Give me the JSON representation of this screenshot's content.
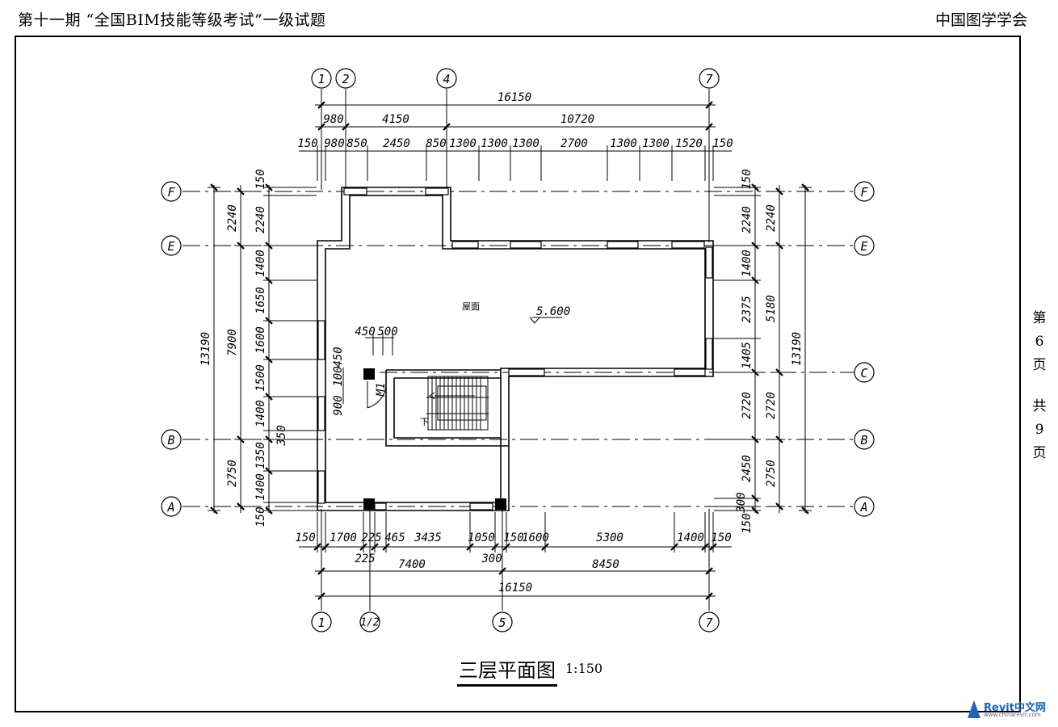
{
  "header": {
    "left": "第十一期 “全国BIM技能等级考试”一级试题",
    "right": "中国图学学会"
  },
  "side": {
    "page_chars": [
      "第",
      "6",
      "页"
    ],
    "total_chars": [
      "共",
      "9",
      "页"
    ]
  },
  "drawing": {
    "title": "三层平面图",
    "scale": "1:150",
    "room_label": "屋面",
    "elevation": "5.600",
    "door_label": "M1",
    "stair_mark": "下",
    "grid_top": [
      "1",
      "2",
      "4",
      "7"
    ],
    "grid_bottom": [
      "1",
      "1/2",
      "5",
      "7"
    ],
    "grid_rows": [
      "F",
      "E",
      "C",
      "B",
      "A"
    ],
    "grid_rows_left": [
      "F",
      "E",
      "B",
      "A"
    ],
    "dims_top_total": "16150",
    "dims_top_row2": [
      "980",
      "4150",
      "10720"
    ],
    "dims_top_row3": [
      "150",
      "980",
      "850",
      "2450",
      "850",
      "1300",
      "1300",
      "1300",
      "2700",
      "1300",
      "1300",
      "1520",
      "150"
    ],
    "dims_left_outer": "13190",
    "dims_left_mid": [
      "2240",
      "7900",
      "2750"
    ],
    "dims_left_inner": [
      "150",
      "2240",
      "1400",
      "1650",
      "1600",
      "1500",
      "1400",
      "350",
      "1350",
      "1400",
      "150"
    ],
    "dims_right_outer": "13190",
    "dims_right_mid": [
      "2240",
      "5180",
      "2720",
      "2750"
    ],
    "dims_right_inner": [
      "150",
      "2240",
      "1400",
      "2375",
      "1405",
      "2720",
      "2450",
      "300",
      "150"
    ],
    "dims_bottom_row1": [
      "150",
      "1700",
      "225",
      "465",
      "3435",
      "1050",
      "150",
      "1600",
      "5300",
      "1400",
      "150"
    ],
    "dims_bottom_small": [
      "225",
      "300"
    ],
    "dims_bottom_row2": [
      "7400",
      "8450"
    ],
    "dims_bottom_total": "16150",
    "dims_stair": [
      "450",
      "500"
    ],
    "dims_door": [
      "450",
      "100",
      "900"
    ]
  },
  "logo": {
    "brand": "Revit中文网",
    "url": "www.chinarevit.com"
  }
}
